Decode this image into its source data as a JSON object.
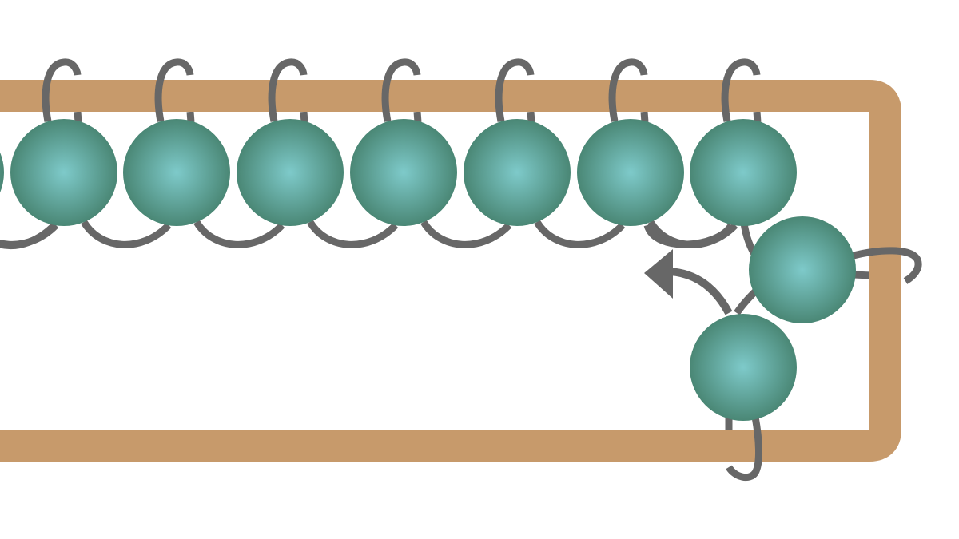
{
  "diagram": {
    "colors": {
      "background": "#ffffff",
      "frame": "#c79a6b",
      "bead_highlight": "#7ecaca",
      "bead_shadow": "#4a8775",
      "thread": "#676767"
    },
    "bead_count_top_row": 7,
    "bead_count_corner": 2,
    "arrow_direction": "left"
  }
}
